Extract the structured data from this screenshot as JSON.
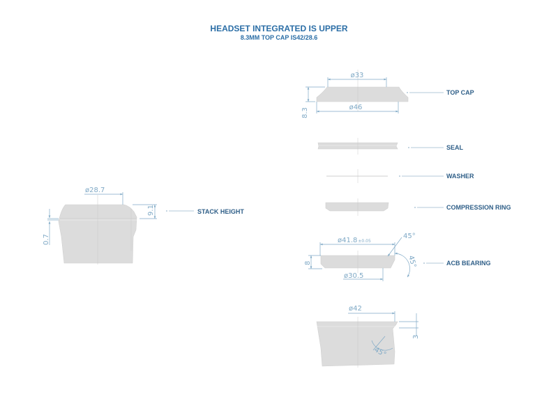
{
  "header": {
    "title": "HEADSET INTEGRATED IS UPPER",
    "subtitle": "8.3MM TOP CAP IS42/28.6"
  },
  "parts": {
    "top_cap": {
      "label": "TOP CAP",
      "dims": {
        "top_diameter": "ø33",
        "bottom_diameter": "ø46",
        "height": "8.3"
      }
    },
    "seal": {
      "label": "SEAL"
    },
    "washer": {
      "label": "WASHER"
    },
    "compression_ring": {
      "label": "COMPRESSION RING"
    },
    "acb_bearing": {
      "label": "ACB BEARING",
      "dims": {
        "outer_diameter": "ø41.8",
        "tolerance": "±0.05",
        "inner_diameter": "ø30.5",
        "height": "8",
        "angle_top": "45°",
        "angle_side": "45°"
      }
    },
    "frame_cup": {
      "dims": {
        "diameter": "ø42",
        "depth": "3",
        "angle": "45°"
      }
    },
    "stack": {
      "label": "STACK HEIGHT",
      "dims": {
        "diameter": "ø28.7",
        "height": "9.1",
        "gap": "0.7"
      }
    }
  }
}
